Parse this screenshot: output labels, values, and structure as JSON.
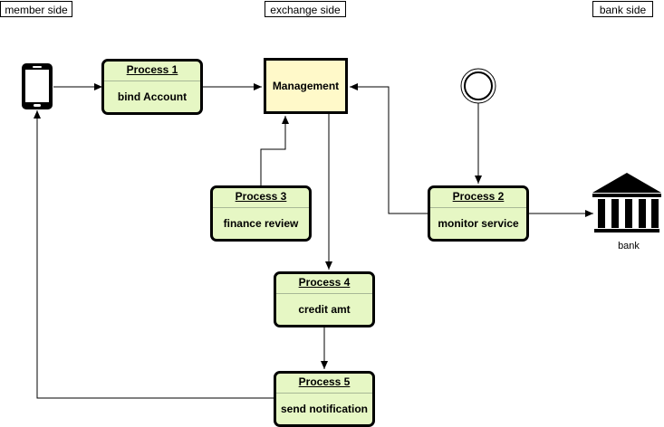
{
  "lanes": {
    "member": "member side",
    "exchange": "exchange side",
    "bank": "bank side"
  },
  "management": {
    "label": "Management"
  },
  "processes": {
    "p1": {
      "title": "Process 1",
      "label": "bind Account"
    },
    "p2": {
      "title": "Process 2",
      "label": "monitor service"
    },
    "p3": {
      "title": "Process 3",
      "label": "finance review"
    },
    "p4": {
      "title": "Process 4",
      "label": "credit amt"
    },
    "p5": {
      "title": "Process 5",
      "label": "send notification"
    }
  },
  "bank": {
    "label": "bank"
  },
  "icons": {
    "phone": "mobile-phone-icon",
    "bank": "bank-building-icon",
    "start": "start-event-icon"
  },
  "colors": {
    "process_fill": "#e6f7c4",
    "management_fill": "#fff9c9"
  }
}
